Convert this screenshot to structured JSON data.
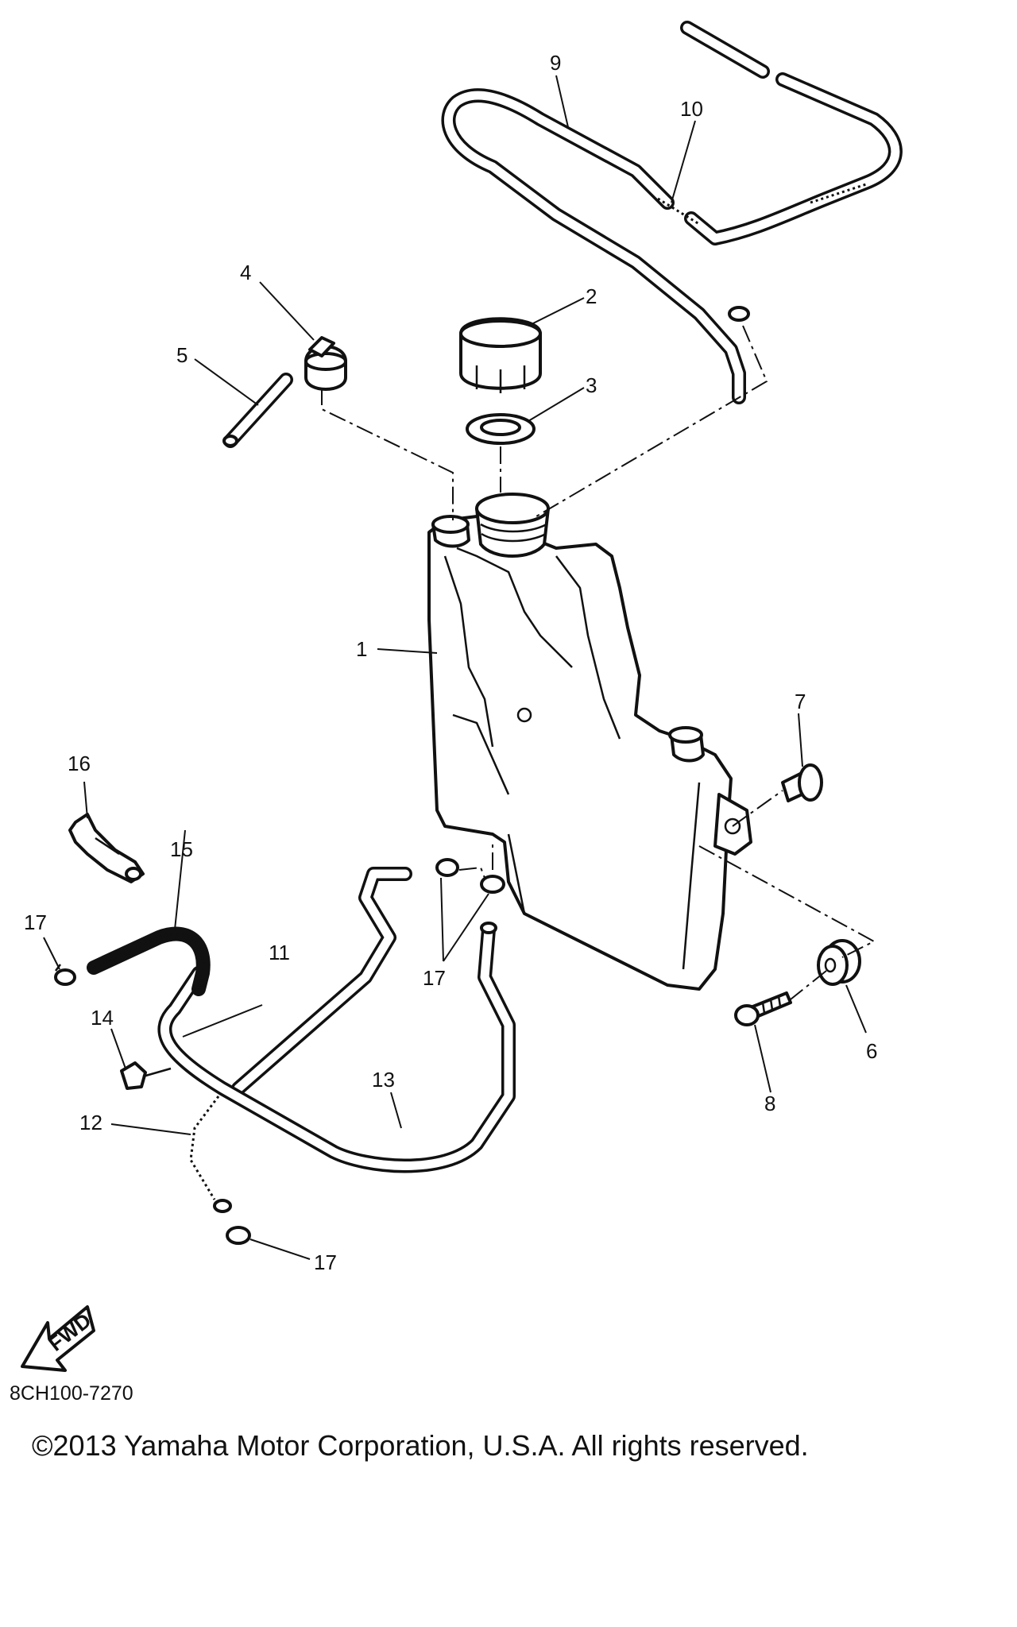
{
  "callouts": [
    {
      "id": "c1",
      "text": "1"
    },
    {
      "id": "c2",
      "text": "2"
    },
    {
      "id": "c3",
      "text": "3"
    },
    {
      "id": "c4",
      "text": "4"
    },
    {
      "id": "c5",
      "text": "5"
    },
    {
      "id": "c6",
      "text": "6"
    },
    {
      "id": "c7",
      "text": "7"
    },
    {
      "id": "c8",
      "text": "8"
    },
    {
      "id": "c9",
      "text": "9"
    },
    {
      "id": "c10",
      "text": "10"
    },
    {
      "id": "c11",
      "text": "11"
    },
    {
      "id": "c12",
      "text": "12"
    },
    {
      "id": "c13",
      "text": "13"
    },
    {
      "id": "c14",
      "text": "14"
    },
    {
      "id": "c15",
      "text": "15"
    },
    {
      "id": "c16",
      "text": "16"
    },
    {
      "id": "c17a",
      "text": "17"
    },
    {
      "id": "c17b",
      "text": "17"
    },
    {
      "id": "c17c",
      "text": "17"
    }
  ],
  "fwd_arrow": {
    "text": "FWD"
  },
  "diagram_code": "8CH100-7270",
  "copyright": "©2013 Yamaha Motor Corporation, U.S.A. All rights reserved."
}
